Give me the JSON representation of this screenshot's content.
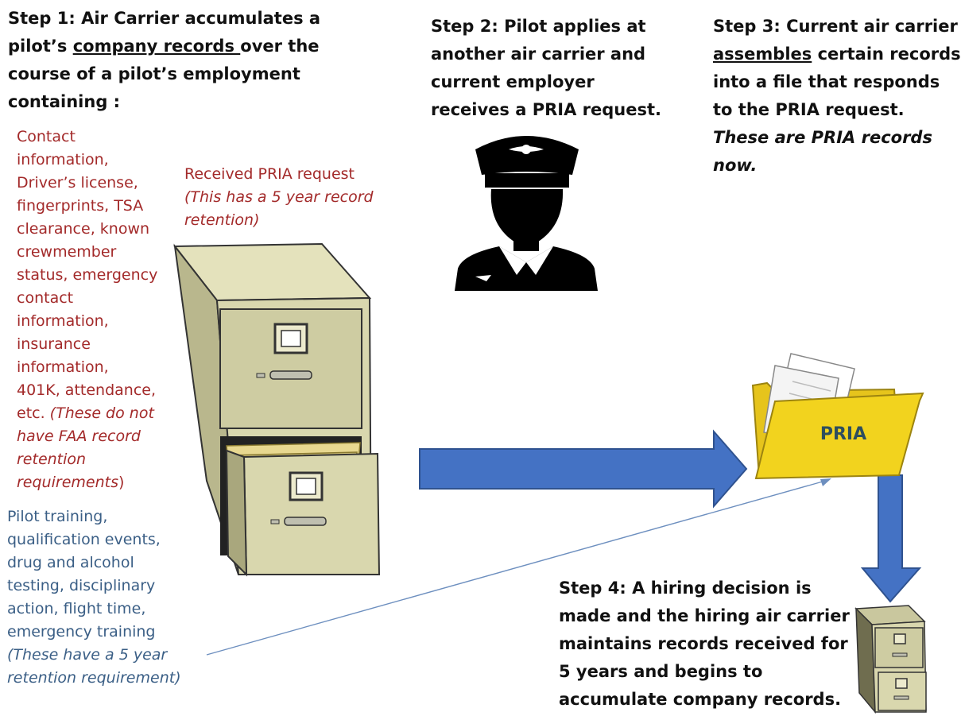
{
  "step1": {
    "line1": "Step 1: Air Carrier accumulates a",
    "line2_pre": "pilot’s ",
    "line2_ul": "company records ",
    "line2_post": "over the",
    "line3": "course of a pilot’s employment",
    "line4": "containing :"
  },
  "step2": {
    "line1": "Step 2: Pilot applies at",
    "line2": "another air carrier and",
    "line3": "current employer",
    "line4": "receives a PRIA request."
  },
  "step3": {
    "line1": "Step 3: Current air carrier",
    "line2_ul": "assembles",
    "line2_post": " certain records",
    "line3": "into a file that responds",
    "line4": "to the PRIA request.",
    "line5": "These are PRIA records",
    "line6": "now."
  },
  "step4": {
    "line1": "Step 4: A hiring decision is",
    "line2": "made and the hiring air carrier",
    "line3": "maintains records received for",
    "line4": "5 years and begins to",
    "line5": "accumulate company records."
  },
  "company_records": {
    "lines": [
      "Contact",
      "information,",
      "Driver’s license,",
      "fingerprints, TSA",
      "clearance, known",
      "crewmember",
      "status, emergency",
      "contact",
      "information,",
      "insurance",
      "information,"
    ],
    "line_401k": "401K, attendance,",
    "line_etc": "etc. ",
    "italic1": "(These do not",
    "italic2": "have FAA record",
    "italic3": "retention",
    "italic4": "requirements",
    "close": ")"
  },
  "pria_request": {
    "label": "Received PRIA request",
    "note1": "(This has a 5 year record",
    "note2": "retention)"
  },
  "training_records": {
    "lines": [
      "Pilot training,",
      "qualification events,",
      "drug and alcohol",
      "testing, disciplinary",
      "action,  flight time,",
      "emergency training"
    ],
    "italic1": "(These have a 5 year",
    "italic2": "retention requirement)"
  },
  "folder": {
    "label": "PRIA"
  },
  "colors": {
    "arrow_fill": "#4472c4",
    "arrow_stroke": "#2f528f",
    "cabinet": "#d9d7ae",
    "folder": "#f2d31e",
    "red_text": "#a32a2a",
    "blue_text": "#3b5f86"
  },
  "icons": [
    "pilot-icon",
    "file-cabinet-icon",
    "pria-folder-icon",
    "small-file-cabinet-icon"
  ]
}
